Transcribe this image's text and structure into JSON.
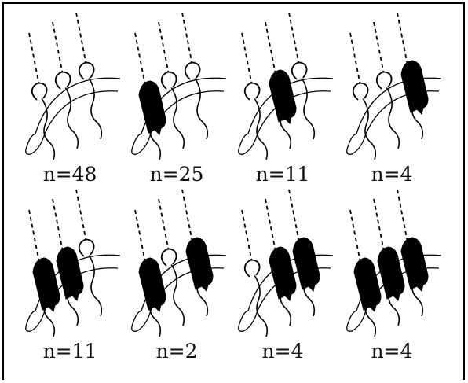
{
  "figure": {
    "panels": [
      {
        "label": "n=48",
        "filled": [
          false,
          false,
          false
        ]
      },
      {
        "label": "n=25",
        "filled": [
          true,
          false,
          false
        ]
      },
      {
        "label": "n=11",
        "filled": [
          false,
          true,
          false
        ]
      },
      {
        "label": "n=4",
        "filled": [
          false,
          false,
          true
        ]
      },
      {
        "label": "n=11",
        "filled": [
          true,
          true,
          false
        ]
      },
      {
        "label": "n=2",
        "filled": [
          true,
          false,
          true
        ]
      },
      {
        "label": "n=4",
        "filled": [
          false,
          true,
          true
        ]
      },
      {
        "label": "n=4",
        "filled": [
          true,
          true,
          true
        ]
      }
    ],
    "colors": {
      "ink": "#000000",
      "background": "#ffffff"
    }
  }
}
